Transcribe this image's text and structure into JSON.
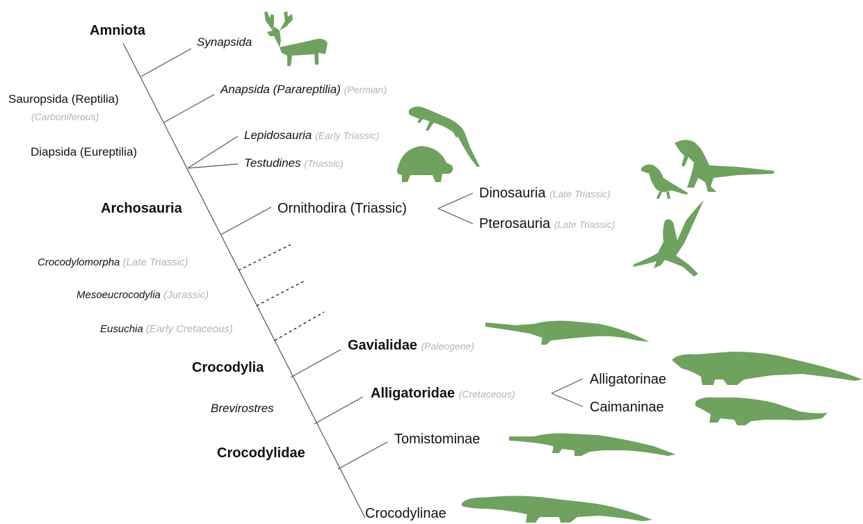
{
  "clades": {
    "amniota": "Amniota",
    "sauropsida": "Sauropsida (Reptilia)",
    "sauropsida_period": "(Carboniferous)",
    "diapsida": "Diapsida (Eureptilia)",
    "archosauria": "Archosauria",
    "crocodylia": "Crocodylia",
    "brevirostres": "Brevirostres",
    "crocodylidae": "Crocodylidae"
  },
  "branches": {
    "synapsida": "Synapsida",
    "anapsida": "Anapsida (Parareptilia)",
    "anapsida_period": "(Permian)",
    "lepidosauria": "Lepidosauria",
    "lepidosauria_period": "(Early Triassic)",
    "testudines": "Testudines",
    "testudines_period": "(Triassic)",
    "ornithodira": "Ornithodira (Triassic)",
    "dinosauria": "Dinosauria",
    "dinosauria_period": "(Late Triassic)",
    "pterosauria": "Pterosauria",
    "pterosauria_period": "(Late Triassic)",
    "crocodylomorpha": "Crocodylomorpha",
    "crocodylomorpha_period": "(Late Triassic)",
    "mesoeucrocodylia": "Mesoeucrocodylia",
    "mesoeucrocodylia_period": "(Jurassic)",
    "eusuchia": "Eusuchia",
    "eusuchia_period": "(Early Cretaceous)",
    "gavialidae": "Gavialidae",
    "gavialidae_period": "(Paleogene)",
    "alligatoridae": "Alligatoridae",
    "alligatoridae_period": "(Cretaceous)",
    "alligatorinae": "Alligatorinae",
    "caimaninae": "Caimaninae",
    "tomistominae": "Tomistominae",
    "crocodylinae": "Crocodylinae"
  },
  "icons": [
    "deer-icon",
    "lizard-icon",
    "tortoise-icon",
    "bird-icon",
    "theropod-icon",
    "pterosaur-icon",
    "gharial-icon",
    "alligator-icon",
    "caiman-icon",
    "tomistoma-icon",
    "crocodile-icon"
  ],
  "colors": {
    "silhouette": "#6fa15f",
    "period_text": "#b3b3b3",
    "line": "#555555"
  }
}
